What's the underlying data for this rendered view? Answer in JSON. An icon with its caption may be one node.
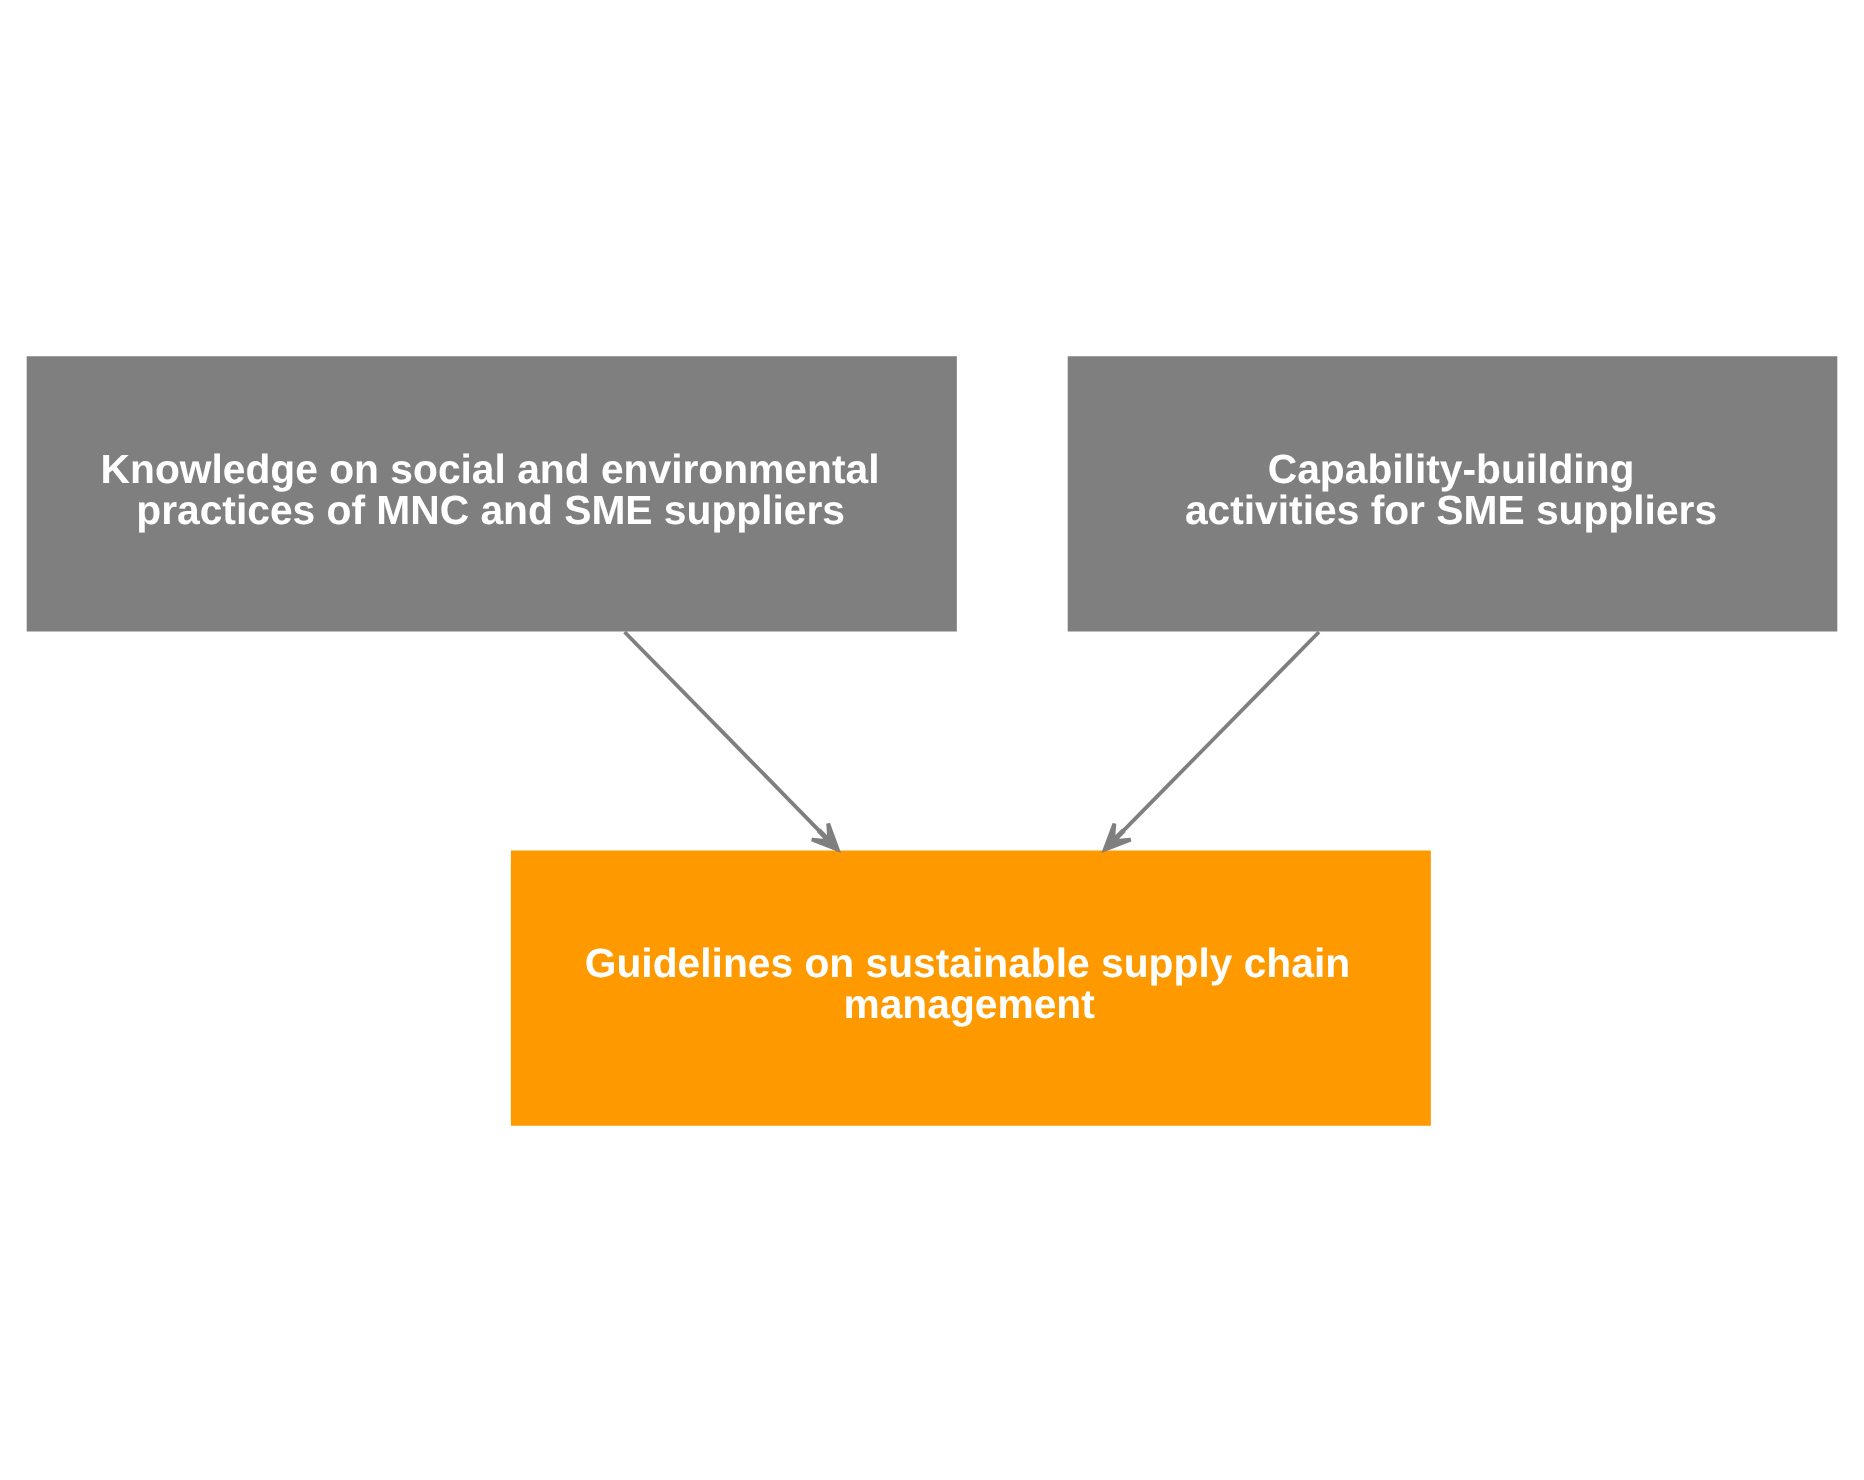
{
  "diagram": {
    "nodes": [
      {
        "text": [
          "Knowledge on social and environmental practices of MNC and SME suppliers"
        ]
      },
      {
        "text": [
          "Capability-building activities for SME suppliers"
        ]
      },
      {
        "text": [
          "Guidelines on sustainable supply chain management"
        ]
      }
    ],
    "edges": [
      {
        "from": 0,
        "to": 2,
        "arrow": "to"
      },
      {
        "from": 1,
        "to": 2,
        "arrow": "to"
      }
    ]
  }
}
